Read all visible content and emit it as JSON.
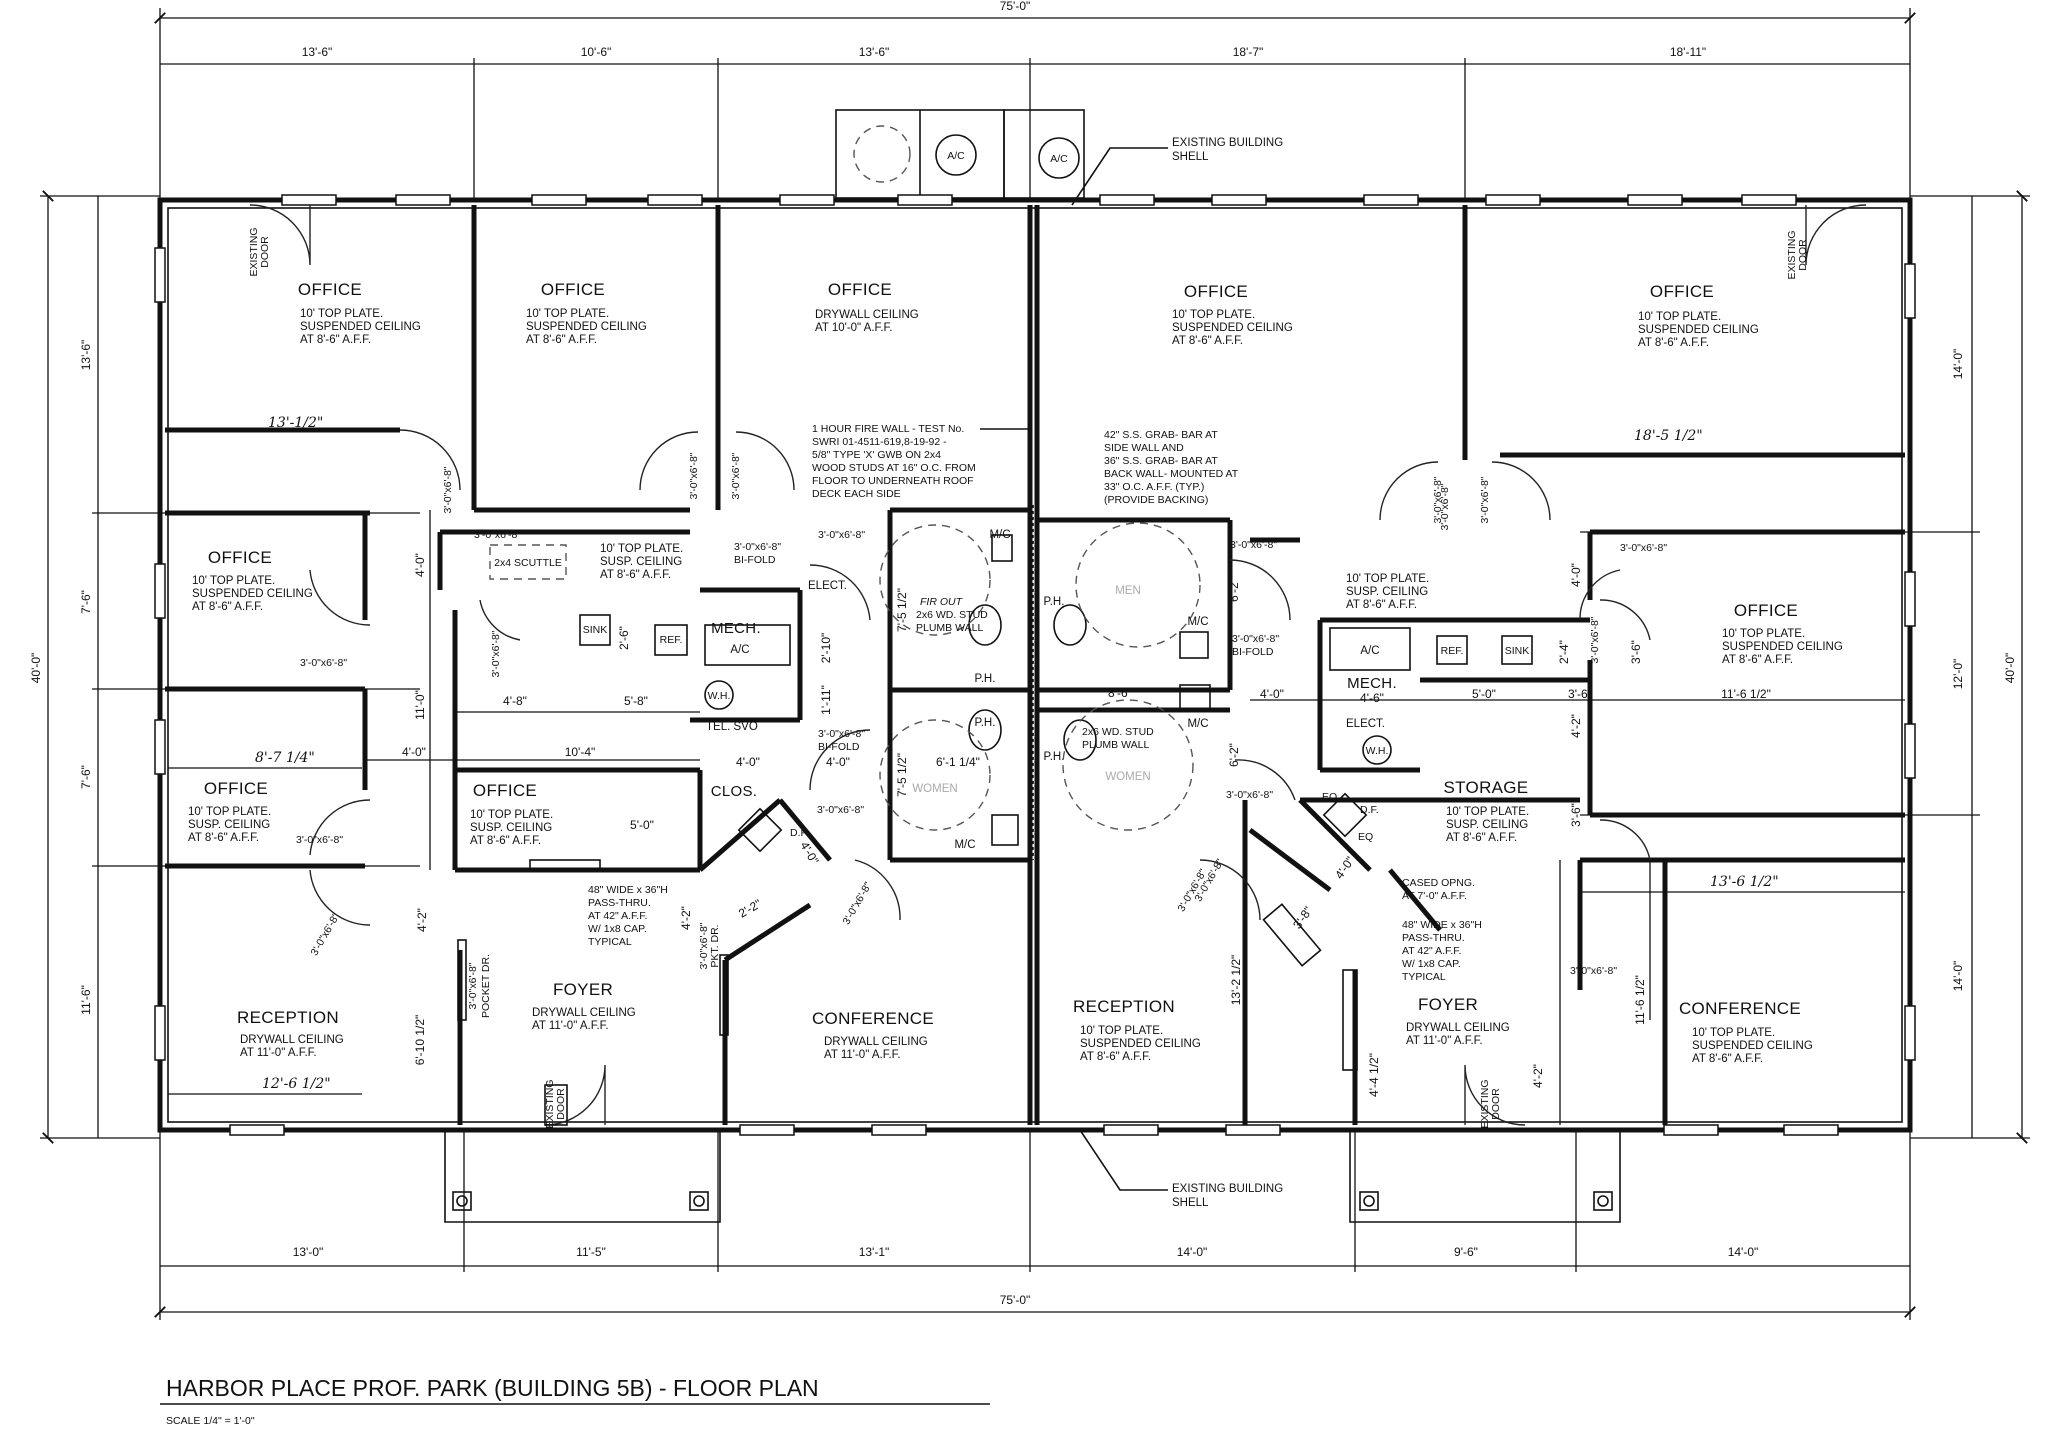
{
  "title": "HARBOR PLACE PROF. PARK  (BUILDING 5B) - FLOOR PLAN",
  "scale": "SCALE 1/4\" = 1'-0\"",
  "rooms": {
    "office_a": {
      "name": "OFFICE",
      "l1": "10' TOP PLATE.",
      "l2": "SUSPENDED CEILING",
      "l3": "AT 8'-6\" A.F.F."
    },
    "office_b": {
      "name": "OFFICE",
      "l1": "10' TOP PLATE.",
      "l2": "SUSPENDED CEILING",
      "l3": "AT 8'-6\" A.F.F."
    },
    "office_c": {
      "name": "OFFICE",
      "l1": "DRYWALL CEILING",
      "l2": "AT 10'-0\" A.F.F."
    },
    "office_d": {
      "name": "OFFICE",
      "l1": "10' TOP PLATE.",
      "l2": "SUSPENDED CEILING",
      "l3": "AT 8'-6\" A.F.F."
    },
    "office_e": {
      "name": "OFFICE",
      "l1": "10' TOP PLATE.",
      "l2": "SUSPENDED CEILING",
      "l3": "AT 8'-6\" A.F.F."
    },
    "office_f": {
      "name": "OFFICE",
      "l1": "10' TOP PLATE.",
      "l2": "SUSPENDED CEILING",
      "l3": "AT 8'-6\" A.F.F."
    },
    "office_g": {
      "name": "OFFICE",
      "l1": "10' TOP PLATE.",
      "l2": "SUSP. CEILING",
      "l3": "AT 8'-6\" A.F.F."
    },
    "office_h": {
      "name": "OFFICE",
      "l1": "10' TOP PLATE.",
      "l2": "SUSP. CEILING",
      "l3": "AT 8'-6\" A.F.F."
    },
    "office_k": {
      "name": "OFFICE",
      "l1": "10' TOP PLATE.",
      "l2": "SUSPENDED CEILING",
      "l3": "AT 8'-6\" A.F.F."
    },
    "storage": {
      "name": "STORAGE",
      "l1": "10' TOP PLATE.",
      "l2": "SUSP. CEILING",
      "l3": "AT 8'-6\" A.F.F."
    },
    "reception_l": {
      "name": "RECEPTION",
      "l1": "DRYWALL CEILING",
      "l2": "AT 11'-0\" A.F.F."
    },
    "foyer_l": {
      "name": "FOYER",
      "l1": "DRYWALL CEILING",
      "l2": "AT 11'-0\" A.F.F."
    },
    "conference_l": {
      "name": "CONFERENCE",
      "l1": "DRYWALL CEILING",
      "l2": "AT 11'-0\" A.F.F."
    },
    "reception_r": {
      "name": "RECEPTION",
      "l1": "10' TOP PLATE.",
      "l2": "SUSPENDED CEILING",
      "l3": "AT 8'-6\" A.F.F."
    },
    "foyer_r": {
      "name": "FOYER",
      "l1": "DRYWALL CEILING",
      "l2": "AT 11'-0\" A.F.F."
    },
    "conference_r": {
      "name": "CONFERENCE",
      "l1": "10' TOP PLATE.",
      "l2": "SUSPENDED CEILING",
      "l3": "AT 8'-6\" A.F.F."
    },
    "mech_l": {
      "name": "MECH."
    },
    "mech_r": {
      "name": "MECH."
    },
    "clos": {
      "name": "CLOS."
    },
    "elect_l": {
      "name": "ELECT."
    },
    "elect_r": {
      "name": "ELECT."
    },
    "center_l": {
      "l1": "10' TOP PLATE.",
      "l2": "SUSP. CEILING",
      "l3": "AT 8'-6\" A.F.F."
    },
    "center_r": {
      "l1": "10' TOP PLATE.",
      "l2": "SUSP. CEILING",
      "l3": "AT 8'-6\" A.F.F."
    }
  },
  "notes": {
    "shell_top": [
      "EXISTING BUILDING",
      "SHELL"
    ],
    "shell_bottom": [
      "EXISTING BUILDING",
      "SHELL"
    ],
    "fire_wall": [
      "1 HOUR FIRE WALL - TEST No.",
      "SWRI 01-4511-619,8-19-92 -",
      "5/8\" TYPE 'X' GWB ON 2x4",
      "WOOD STUDS AT 16\" O.C. FROM",
      "FLOOR TO UNDERNEATH ROOF",
      "DECK EACH SIDE"
    ],
    "grab_bar": [
      "42\" S.S. GRAB- BAR AT",
      "SIDE WALL AND",
      "36\" S.S. GRAB- BAR AT",
      "BACK WALL- MOUNTED AT",
      "33\" O.C. A.F.F. (TYP.)",
      "(PROVIDE BACKING)"
    ],
    "pass_thru_l": [
      "48\" WIDE x 36\"H",
      "PASS-THRU.",
      "AT 42\" A.F.F.",
      "W/ 1x8 CAP.",
      "TYPICAL"
    ],
    "pass_thru_r": [
      "48\" WIDE x 36\"H",
      "PASS-THRU.",
      "AT 42\" A.F.F.",
      "W/ 1x8 CAP.",
      "TYPICAL"
    ],
    "cased_opening": [
      "CASED OPNG.",
      "AT 7'-0\" A.F.F."
    ],
    "stud_l": [
      "2x6 WD. STUD",
      "PLUMB WALL"
    ],
    "stud_r": [
      "2x6 WD. STUD",
      "PLUMB WALL"
    ],
    "fir_out": "FIR OUT",
    "scuttle": "2x4 SCUTTLE",
    "bifold_l": [
      "3'-0\"x6'-8\"",
      "BI-FOLD"
    ],
    "bifold_r": [
      "3'-0\"x6'-8\"",
      "BI-FOLD"
    ],
    "bifold_c": [
      "3'-0\"x6'-8\"",
      "BI-FOLD"
    ],
    "tel_svo": "TEL. SVO",
    "pocket_dr": [
      "3'-0\"x6'-8\"",
      "POCKET DR."
    ],
    "pkt_dr": [
      "3'-0\"x6'-8\"",
      "PKT. DR."
    ],
    "existing_door": "EXISTING DOOR",
    "existing_door2": [
      "EXISTING",
      "DOOR"
    ]
  },
  "fixtures": {
    "ac": "A/C",
    "wh": "W.H.",
    "sink": "SINK",
    "ref": "REF.",
    "ph": "P.H.",
    "mc": "M/C",
    "df": "D.F.",
    "eq": "EQ",
    "men": "MEN",
    "women": "WOMEN"
  },
  "dims": {
    "overall_top": "75'-0\"",
    "overall_bottom": "75'-0\"",
    "top": [
      "13'-6\"",
      "10'-6\"",
      "13'-6\"",
      "18'-7\"",
      "18'-11\""
    ],
    "bottom": [
      "13'-0\"",
      "11'-5\"",
      "13'-1\"",
      "14'-0\"",
      "9'-6\"",
      "14'-0\""
    ],
    "left": [
      "13'-6\"",
      "7'-6\"",
      "7'-6\"",
      "11'-6\""
    ],
    "left_total": "40'-0\"",
    "right": [
      "14'-0\"",
      "12'-0\"",
      "14'-0\""
    ],
    "right_total": "40'-0\"",
    "interior": {
      "d_4_0a": "4'-0\"",
      "d_11_0": "11'-0\"",
      "d_4_0b": "4'-0\"",
      "d_4_8": "4'-8\"",
      "d_5_8": "5'-8\"",
      "d_10_4": "10'-4\"",
      "d_5_0a": "5'-0\"",
      "d_2_6": "2'-6\"",
      "d_2_10": "2'-10\"",
      "d_1_11": "1'-11\"",
      "d_4_0c": "4'-0\"",
      "d_4_0d": "4'-0\"",
      "d_7_5a": "7'-5 1/2\"",
      "d_7_5b": "7'-5 1/2\"",
      "d_6_1": "6'-1 1/4\"",
      "d_8_6": "8'-6\"",
      "d_6_2a": "6'-2\"",
      "d_6_2b": "6'-2\"",
      "d_4_0e": "4'-0\"",
      "d_4_6": "4'-6\"",
      "d_5_0b": "5'-0\"",
      "d_3_6a": "3'-6\"",
      "d_4_2a": "4'-2\"",
      "d_4_0f": "4'-0\"",
      "d_11_6": "11'-6 1/2\"",
      "d_3_6b": "3'-6\"",
      "d_4_2b": "4'-2\"",
      "d_4_2c": "4'-2\"",
      "d_2_2": "2'-2\"",
      "d_4_0g": "4'-0\"",
      "d_6_10": "6'-10 1/2\"",
      "d_13_2": "13'-2 1/2\"",
      "d_4_4": "4'-4 1/2\"",
      "d_4_2d": "4'-2\"",
      "d_11_6b": "11'-6 1/2\"",
      "d_3_8": "3'-8\"",
      "d_4_0h": "4'-0\"",
      "d_2_4": "2'-4\"",
      "d_3_6c": "3'-6\"",
      "d_3_6d": "3'-6\"",
      "d_12_0": "12'-0\"",
      "d_14_0": "14'-0\""
    },
    "door_tags": {
      "t1": "3'-0\"x6'-8\"",
      "t2": "3'-0\"x6'-8\"",
      "t3": "3'-0\"x6'-8\"",
      "t4": "3'-0\"x6'-8\"",
      "t5": "3'-0\"x6'-8\"",
      "t6": "3'-0\"x6'-8\"",
      "t7": "3'-0\"x6'-8\"",
      "t8": "3'-0\"x6'-8\"",
      "t9": "3'-0\"x6'-8\"",
      "t10": "3'-0\"x6'-8\"",
      "t11": "3'-0\"x6'-8\"",
      "t12": "3'-0\"x6'-8\"",
      "t13": "3'-0\"x6'-8\"",
      "t14": "3'-0\"x6'-8\"",
      "t15": "3'-0\"x6'-8\"",
      "t16": "3'-0\"x6'-8\"",
      "t17": "3'-0\"x6'-8\"",
      "t18": "3'-0\"x6'-8\"",
      "t19": "3'-0\"x6'-8\"",
      "t20": "3'-0\"x6'-8\"",
      "t21": "3'-0\"x6'-8\""
    },
    "handwritten": {
      "h1": "13'-1/2\"",
      "h2": "18'-5 1/2\"",
      "h3": "8'-7 1/4\"",
      "h4": "12'-6 1/2\"",
      "h5": "13'-6 1/2\""
    }
  }
}
